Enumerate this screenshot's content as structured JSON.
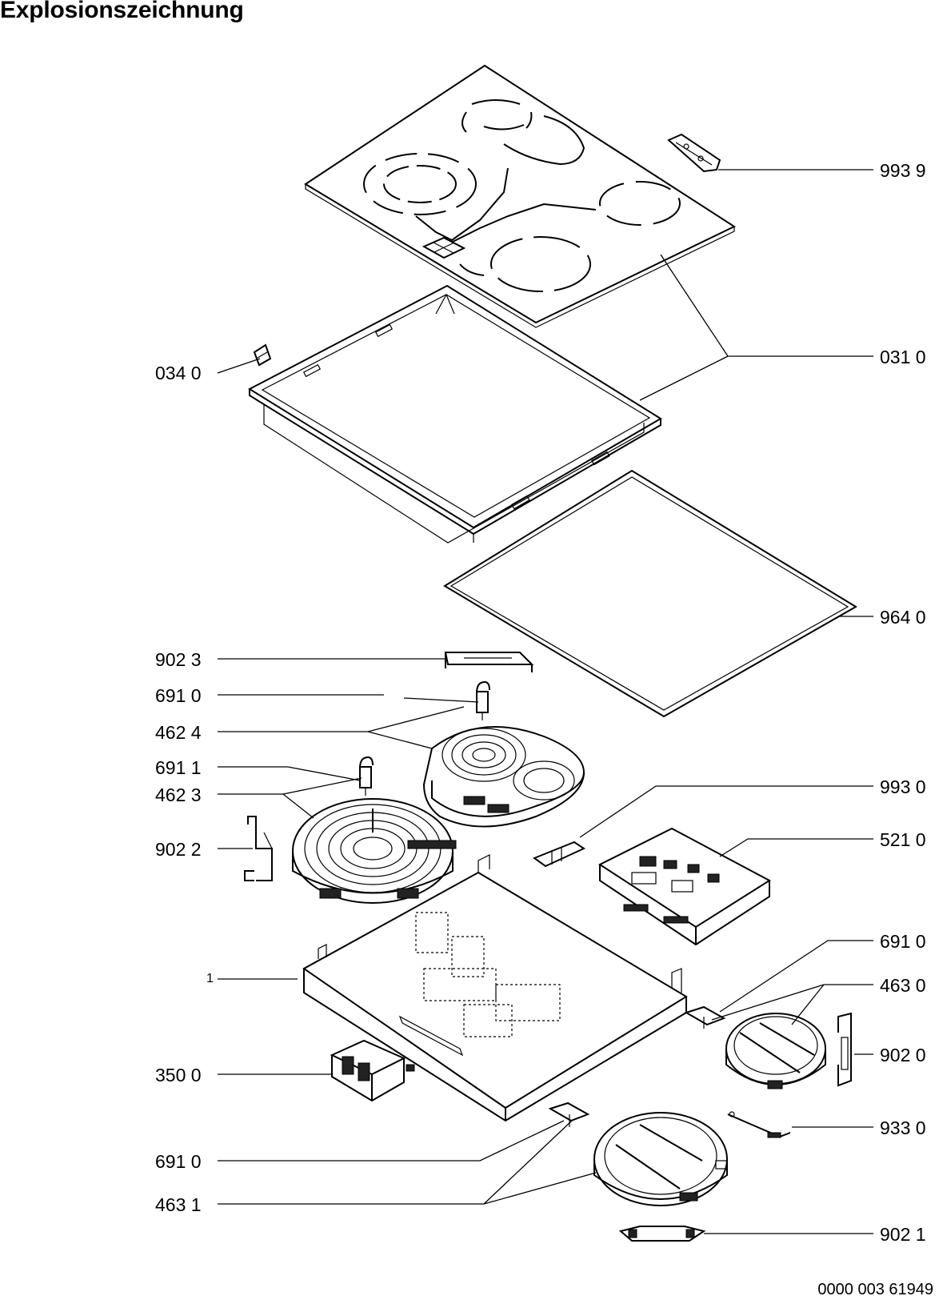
{
  "title": "Explosionszeichnung",
  "document_number": "0000 003 61949",
  "labels": {
    "p9939": "993 9",
    "p0340": "034 0",
    "p0310": "031 0",
    "p9640": "964 0",
    "p9023": "902 3",
    "p6910_top": "691 0",
    "p4624": "462 4",
    "p6911": "691 1",
    "p4623": "462 3",
    "p9930": "993 0",
    "p9022": "902 2",
    "p5210": "521 0",
    "p1": "1",
    "p6910_right": "691 0",
    "p4630": "463 0",
    "p9020": "902 0",
    "p3500": "350 0",
    "p9330": "933 0",
    "p6910_bottom": "691 0",
    "p4631": "463 1",
    "p9021": "902 1"
  }
}
